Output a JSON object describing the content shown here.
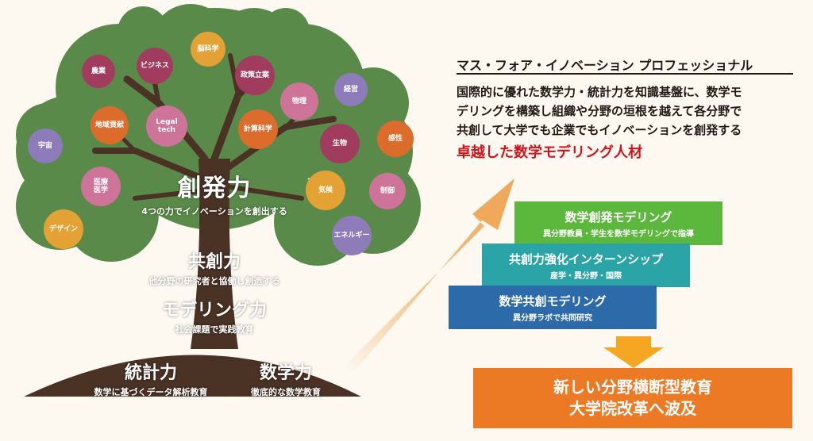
{
  "tree": {
    "level1_title": "創発力",
    "level1_sub": "4つの力でイノベーションを創出する",
    "level2_title": "共創力",
    "level2_sub": "他分野の研究者と協働し創造する",
    "level3_title": "モデリング力",
    "level3_sub": "社会課題で実践教育",
    "base_left_title": "統計力",
    "base_left_sub": "数学に基づくデータ解析教育",
    "base_right_title": "数学力",
    "base_right_sub": "徹底的な数学教育"
  },
  "fields": [
    {
      "label": "農業",
      "color": "#a23c5f"
    },
    {
      "label": "ビジネス",
      "color": "#a23c5f"
    },
    {
      "label": "脳科学",
      "color": "#e4a234"
    },
    {
      "label": "政策立案",
      "color": "#a23c5f"
    },
    {
      "label": "物理",
      "color": "#ce7499"
    },
    {
      "label": "経営",
      "color": "#8e7cba"
    },
    {
      "label": "地域貢献",
      "color": "#dc6c2c"
    },
    {
      "label": "Legal\ntech",
      "color": "#ce7499"
    },
    {
      "label": "計算科学",
      "color": "#dc6c2c"
    },
    {
      "label": "宇宙",
      "color": "#8e7cba"
    },
    {
      "label": "生物",
      "color": "#a23c5f"
    },
    {
      "label": "感性",
      "color": "#dc6c2c"
    },
    {
      "label": "医療\n医学",
      "color": "#ce7499"
    },
    {
      "label": "気候",
      "color": "#e4a234"
    },
    {
      "label": "制御",
      "color": "#ce7499"
    },
    {
      "label": "デザイン",
      "color": "#e4a234"
    },
    {
      "label": "エネルギー",
      "color": "#8e7cba"
    }
  ],
  "right": {
    "heading": "マス・フォア・イノベーション プロフェッショナル",
    "desc_line1": "国際的に優れた数学力・統計力を知識基盤に、数学モ",
    "desc_line2": "デリングを構築し組織や分野の垣根を越えて各分野で",
    "desc_line3": "共創して大学でも企業でもイノベーションを創発する",
    "desc_emphasis": "卓越した数学モデリング人材"
  },
  "steps": [
    {
      "title": "数学創発モデリング",
      "sub": "異分野教員・学生を数学モデリングで指導",
      "color": "#5cb83c"
    },
    {
      "title": "共創力強化インターンシップ",
      "sub": "産学・異分野・国際",
      "color": "#2aa4a6"
    },
    {
      "title": "数学共創モデリング",
      "sub": "異分野ラボで共同研究",
      "color": "#2c6aaa"
    }
  ],
  "result": {
    "line1": "新しい分野横断型教育",
    "line2": "大学院改革へ波及"
  },
  "colors": {
    "foliage": "#5a8a4a",
    "foliage_dark": "#4b7a3d",
    "trunk": "#4a3225",
    "arrow": "#f0a85a",
    "down_arrow": "#f5a623"
  }
}
